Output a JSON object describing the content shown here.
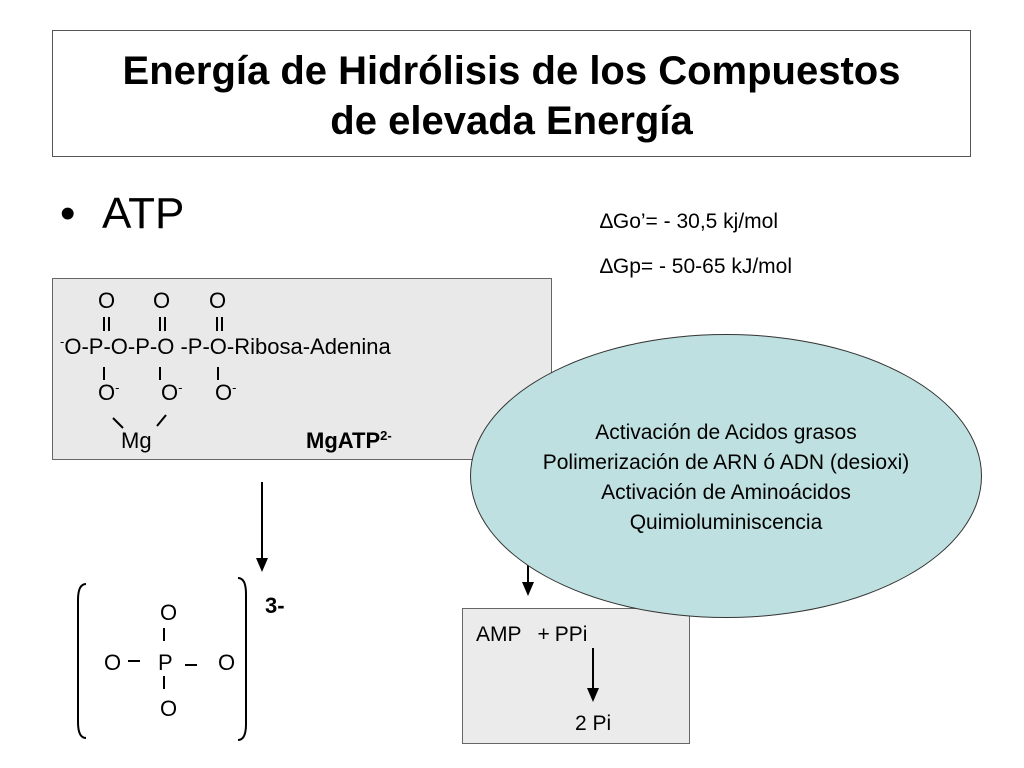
{
  "title": {
    "line1": "Energía de Hidrólisis de los Compuestos",
    "line2": "de elevada Energía"
  },
  "bullet": {
    "symbol": "•",
    "label": "ATP"
  },
  "energies": {
    "delta_symbol": "∆",
    "standard": {
      "symbol": "Go’",
      "value": "= - 30,5 kj/mol"
    },
    "physiological": {
      "symbol": "Gp",
      "value": "= - 50-65 kJ/mol"
    }
  },
  "atp_structure": {
    "top_oxygens": [
      "O",
      "O",
      "O"
    ],
    "chain_charge": "-",
    "chain_text": "O-P-O-P-O -P-O-Ribosa-Adenina",
    "bottom_oxygens": [
      "O",
      "O",
      "O"
    ],
    "oxygen_charge": "-",
    "metal": "Mg",
    "complex_name": "MgATP",
    "complex_charge": "2-"
  },
  "phosphate": {
    "top": "O",
    "left": "O",
    "center": "P",
    "right": "O",
    "bottom": "O",
    "charge": "3-"
  },
  "products": {
    "amp": "AMP",
    "plus": "+",
    "ppi": "PPi",
    "result": "2 Pi"
  },
  "uses": [
    "Activación de Acidos grasos",
    "Polimerización de ARN ó  ADN (desioxi)",
    "Activación de Aminoácidos",
    "Quimioluminiscencia"
  ],
  "colors": {
    "ellipse_fill": "#bfe0e0",
    "box_fill": "#e9e9e9",
    "border": "#555555"
  }
}
